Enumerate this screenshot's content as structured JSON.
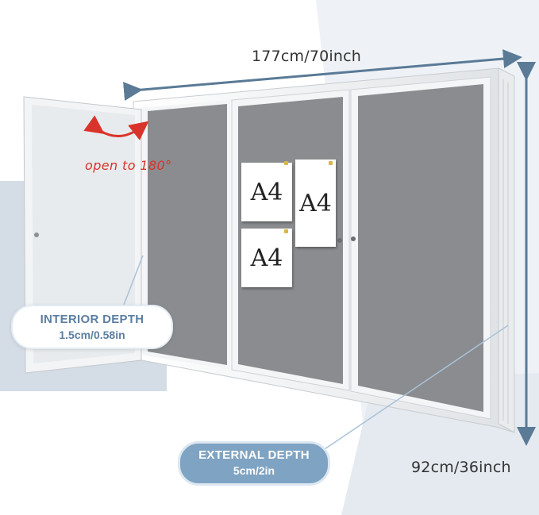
{
  "dimensions": {
    "width_label": "177cm/70inch",
    "height_label": "92cm/36inch"
  },
  "annotations": {
    "open_angle": "open to 180°",
    "interior_depth_title": "INTERIOR DEPTH",
    "interior_depth_value": "1.5cm/0.58in",
    "external_depth_title": "EXTERNAL DEPTH",
    "external_depth_value": "5cm/2in"
  },
  "papers": {
    "paper1": "A4",
    "paper2": "A4",
    "paper3": "A4"
  },
  "colors": {
    "dimension_arrow": "#5a7a96",
    "felt": "#8a8c8f",
    "frame": "#f2f3f4",
    "angle_arrow": "#d9342b",
    "external_badge": "#7fa3c2"
  }
}
